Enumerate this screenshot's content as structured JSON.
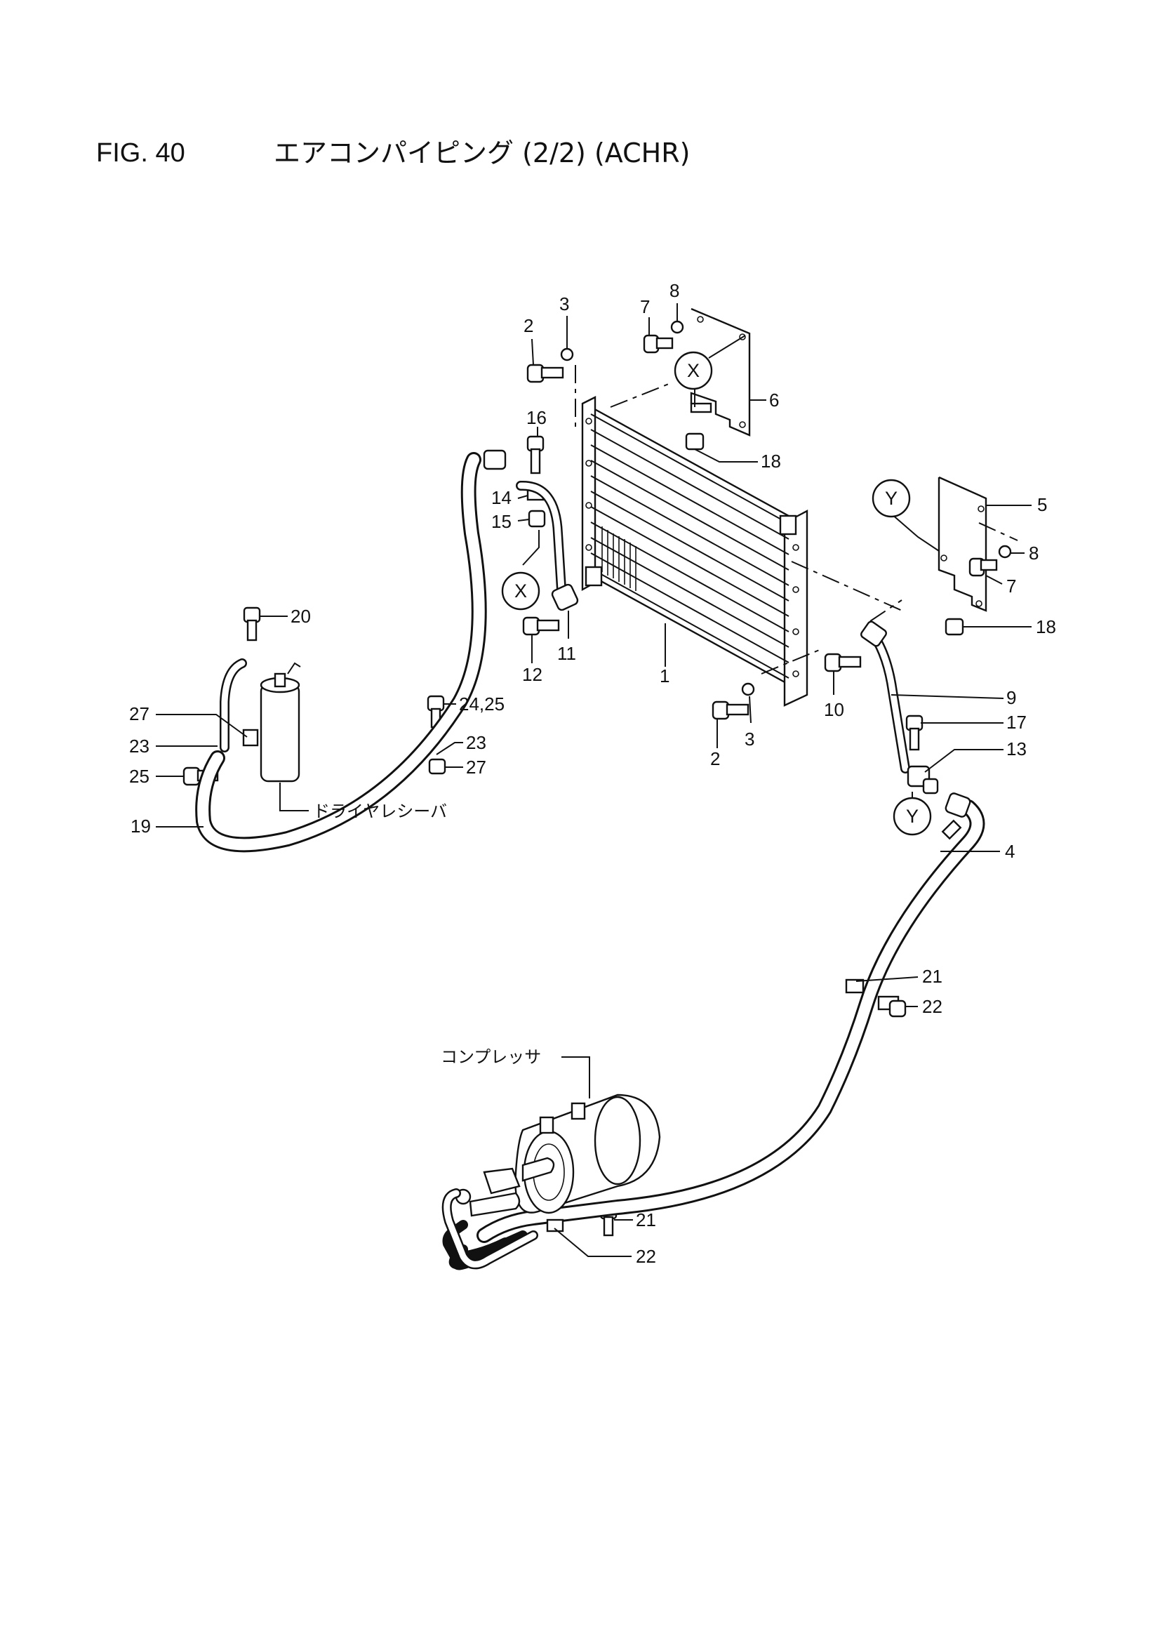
{
  "figure": {
    "number": "FIG. 40",
    "title": "エアコンパイピング (2/2) (ACHR)"
  },
  "reference_marks": [
    "X",
    "X",
    "Y",
    "Y"
  ],
  "part_labels": [
    "1",
    "2",
    "2",
    "3",
    "3",
    "4",
    "5",
    "6",
    "7",
    "7",
    "8",
    "8",
    "9",
    "10",
    "11",
    "12",
    "13",
    "14",
    "15",
    "16",
    "17",
    "18",
    "18",
    "19",
    "20",
    "21",
    "21",
    "22",
    "22",
    "23",
    "23",
    "24,25",
    "25",
    "27",
    "27"
  ],
  "component_labels": {
    "drier_receiver": "ドライヤレシーバ",
    "compressor": "コンプレッサ"
  }
}
